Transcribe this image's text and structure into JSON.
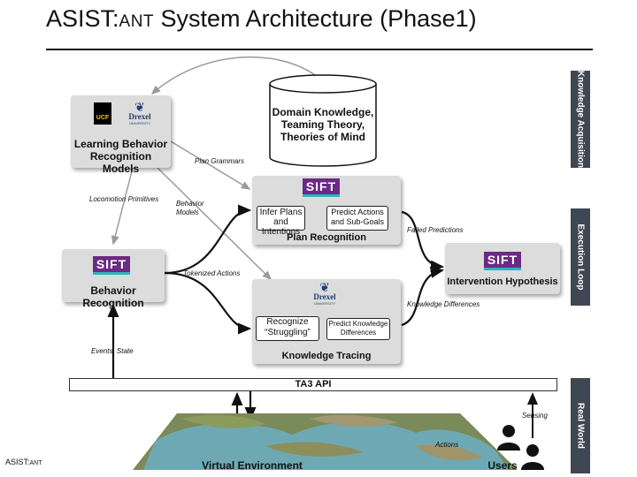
{
  "title": {
    "main_a": "ASIST:",
    "main_b": "ANT",
    "main_c": " System Architecture (Phase1)"
  },
  "footer": {
    "a": "ASIST:",
    "b": "ANT"
  },
  "side_labels": {
    "acquisition": "Knowledge Acquisition",
    "execution": "Execution Loop",
    "real_world": "Real World"
  },
  "nodes": {
    "learning": {
      "label": "Learning Behavior Recognition Models",
      "line1": "Learning Behavior",
      "line2": "Recognition Models"
    },
    "domain": {
      "line1": "Domain Knowledge,",
      "line2": "Teaming Theory,",
      "line3": "Theories of Mind"
    },
    "plan_recognition": {
      "label": "Plan Recognition",
      "inner_left": [
        "Infer Plans",
        "and Intentions"
      ],
      "inner_right": [
        "Predict Actions",
        "and Sub-Goals"
      ]
    },
    "behavior_recognition": {
      "label": "Behavior Recognition"
    },
    "knowledge_tracing": {
      "label": "Knowledge Tracing",
      "inner_left": [
        "Recognize",
        "“Struggling”"
      ],
      "inner_right": [
        "Predict Knowledge",
        "Differences"
      ]
    },
    "intervention": {
      "label": "Intervention Hypothesis"
    },
    "api": {
      "label": "TA3 API"
    },
    "virtual_env": {
      "label": "Virtual Environment"
    },
    "users": {
      "label": "Users"
    }
  },
  "logos": {
    "sift": "SIFT",
    "ucf": "UCF",
    "drexel": "Drexel",
    "drexel_sub": "UNIVERSITY"
  },
  "edges": {
    "plan_grammars": "Plan Grammars",
    "locomotion": "Locomotion Primitives",
    "behavior_models_1": "Behavior",
    "behavior_models_2": "Models",
    "tokenized": "Tokenized Actions",
    "failed": "Failed Predictions",
    "knowledge_diff": "Knowledge Differences",
    "events": "Events, State",
    "sensing": "Sensing",
    "actions": "Actions"
  }
}
